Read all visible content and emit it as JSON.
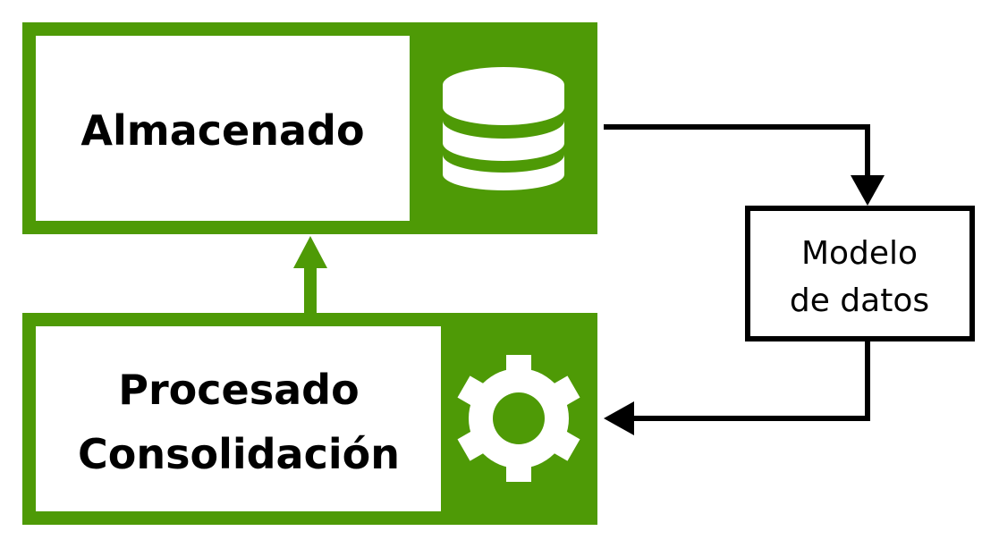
{
  "colors": {
    "accent": "#4e9a06",
    "line": "#000000"
  },
  "storage": {
    "label": "Almacenado",
    "icon": "database-icon"
  },
  "processing": {
    "line1": "Procesado",
    "line2": "Consolidación",
    "icon": "gear-icon"
  },
  "model": {
    "line1": "Modelo",
    "line2": "de datos"
  }
}
